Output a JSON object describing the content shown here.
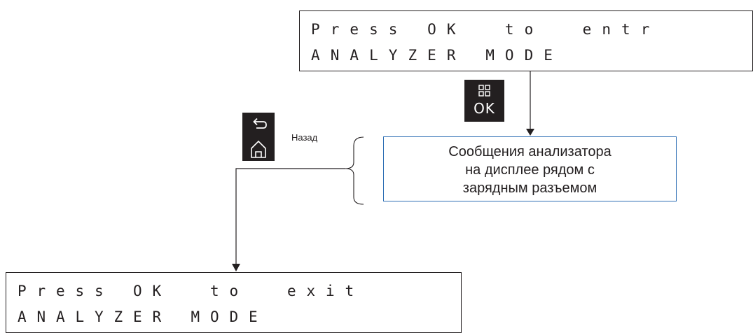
{
  "lcd_top": {
    "line1": [
      "P",
      "r",
      "e",
      "s",
      "s",
      " ",
      "O",
      "K",
      " ",
      " ",
      "t",
      "o",
      " ",
      " ",
      "e",
      "n",
      "t",
      "r"
    ],
    "line2": [
      "A",
      "N",
      "A",
      "L",
      "Y",
      "Z",
      "E",
      "R",
      " ",
      "M",
      "O",
      "D",
      "E"
    ]
  },
  "ok_key": {
    "label": "OK",
    "icon": "four-squares-menu-icon"
  },
  "back_key": {
    "icons": [
      "back-arrow-icon",
      "home-icon"
    ]
  },
  "back_label": "Назад",
  "message_box": {
    "lines": [
      "Сообщения анализатора",
      "на дисплее рядом с",
      "зарядным разъемом"
    ]
  },
  "lcd_bottom": {
    "line1": [
      "P",
      "r",
      "e",
      "s",
      "s",
      " ",
      "O",
      "K",
      " ",
      " ",
      "t",
      "o",
      " ",
      " ",
      "e",
      "x",
      "i",
      "t"
    ],
    "line2": [
      "A",
      "N",
      "A",
      "L",
      "Y",
      "Z",
      "E",
      "R",
      " ",
      "M",
      "O",
      "D",
      "E"
    ]
  },
  "colors": {
    "ink": "#231f20",
    "message_border": "#2e6fb5"
  }
}
